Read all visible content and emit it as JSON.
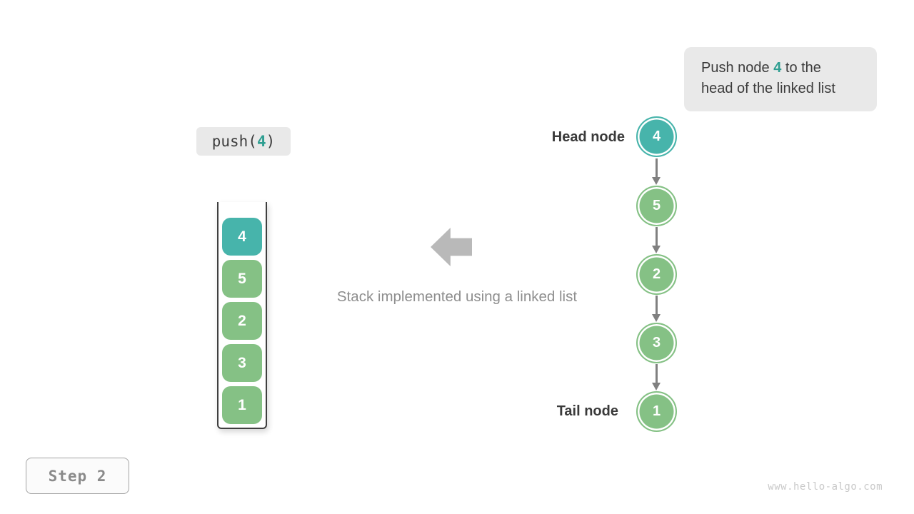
{
  "callout": {
    "line1_prefix": "Push node ",
    "value": "4",
    "line1_suffix": " to the",
    "line2": "head of the linked list"
  },
  "operation": {
    "prefix": "push(",
    "value": "4",
    "suffix": ")"
  },
  "stack": {
    "items": [
      {
        "value": "4",
        "color": "teal"
      },
      {
        "value": "5",
        "color": "green"
      },
      {
        "value": "2",
        "color": "green"
      },
      {
        "value": "3",
        "color": "green"
      },
      {
        "value": "1",
        "color": "green"
      }
    ]
  },
  "caption": "Stack implemented using a linked list",
  "linked_list": {
    "head_label": "Head node",
    "tail_label": "Tail node",
    "nodes": [
      {
        "value": "4",
        "color": "teal"
      },
      {
        "value": "5",
        "color": "green"
      },
      {
        "value": "2",
        "color": "green"
      },
      {
        "value": "3",
        "color": "green"
      },
      {
        "value": "1",
        "color": "green"
      }
    ]
  },
  "footer": {
    "step_label": "Step 2",
    "watermark": "www.hello-algo.com"
  },
  "colors": {
    "node_teal": "#47b4ab",
    "node_green": "#85c185",
    "highlight_teal_text": "#2e9e91",
    "dark_text": "#3b3b3b",
    "muted_text": "#8e8e8e",
    "chip_background": "#e9e9e9",
    "arrow_gray": "#808080",
    "big_arrow_gray": "#b9b9b9"
  }
}
